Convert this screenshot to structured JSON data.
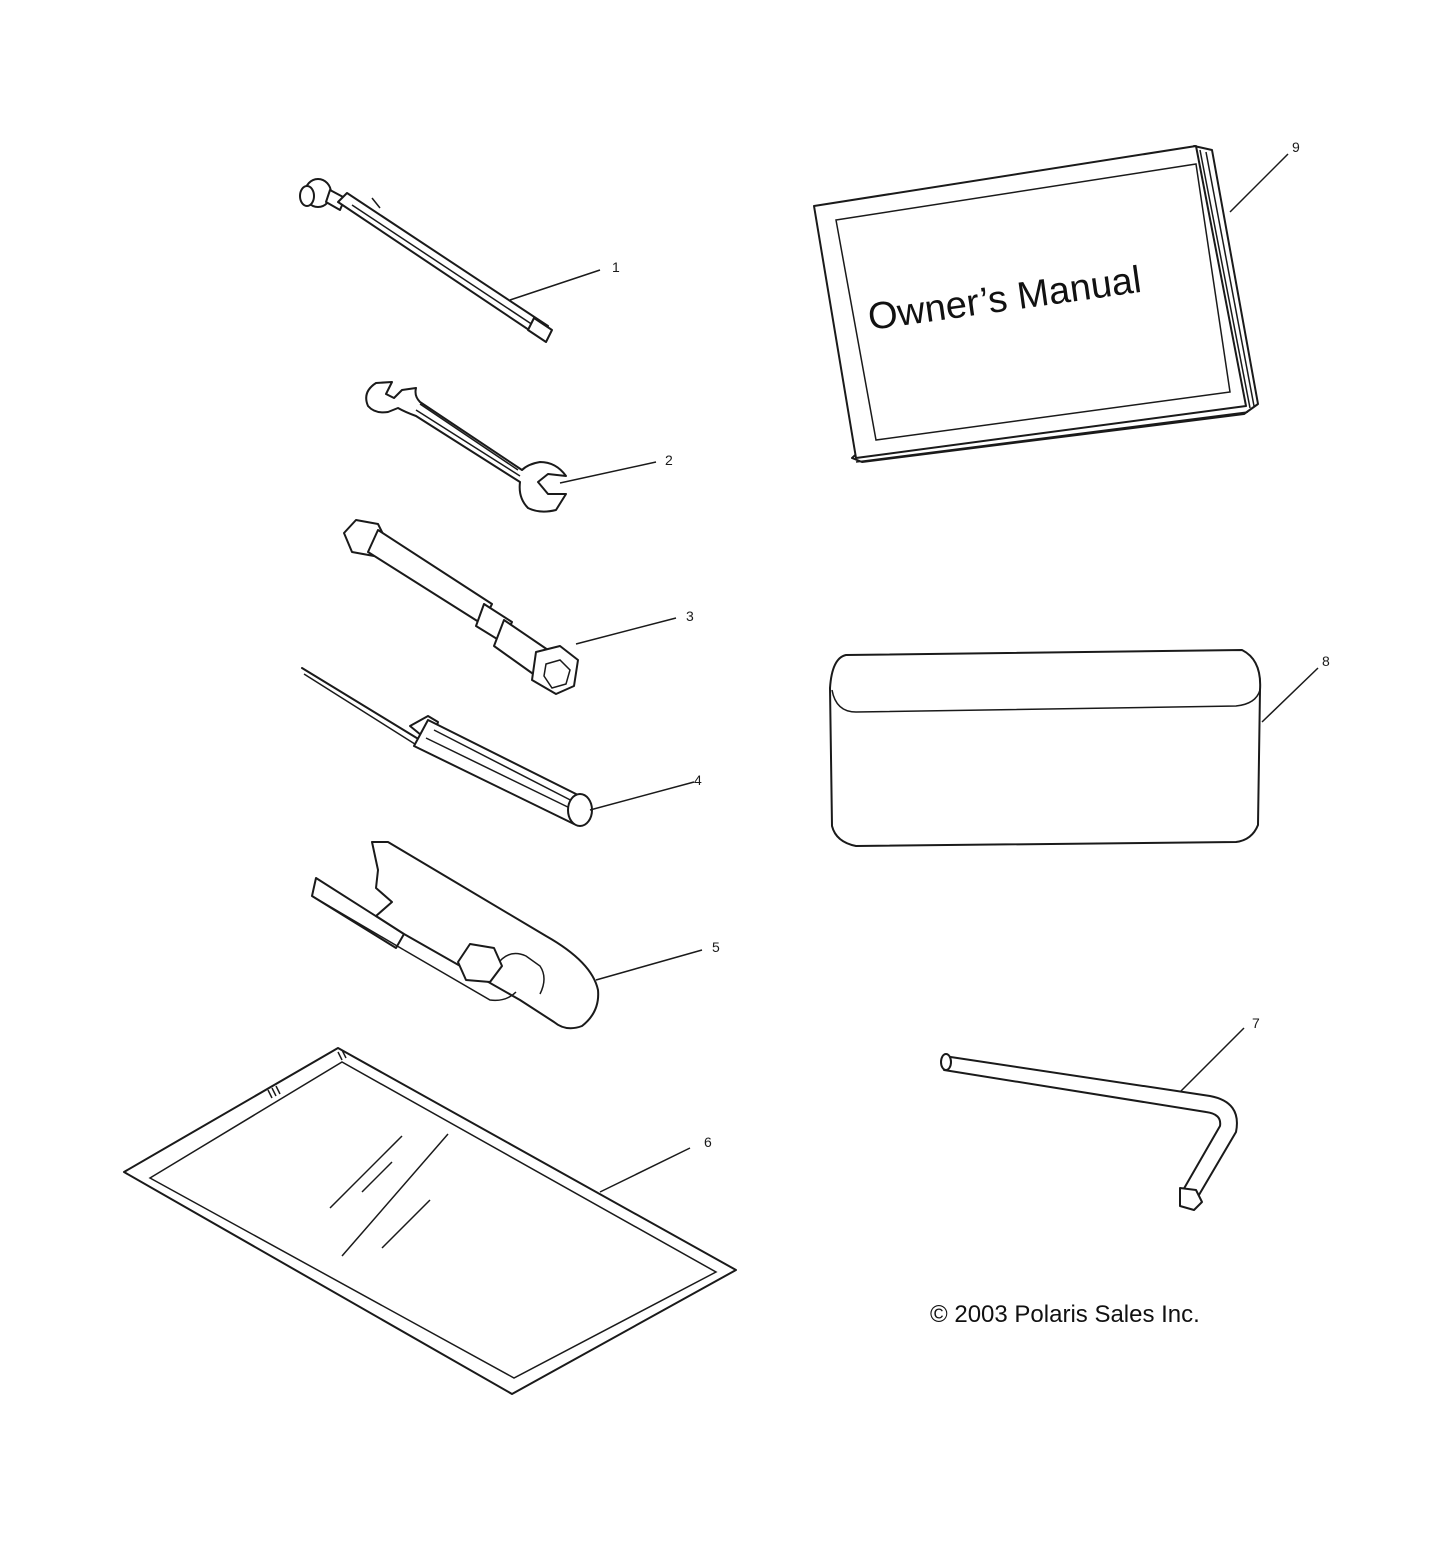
{
  "callouts": [
    "1",
    "2",
    "3",
    "4",
    "5",
    "6",
    "7",
    "8",
    "9"
  ],
  "manual_cover_text": "Owner’s Manual",
  "copyright": "© 2003 Polaris Sales Inc."
}
